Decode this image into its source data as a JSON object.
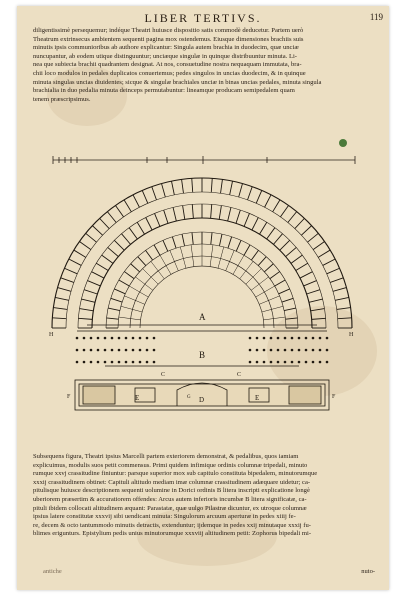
{
  "page": {
    "running_head": "LIBER TERTIVS.",
    "folio": "119",
    "top_lines": [
      "diligentissimè persequemur; indéque Theatri huiusce dispositio satis commodè deducetur. Partem uerò",
      "Theatrum extrinsecus ambientem sequenti pagina mox ostendemus. Eiusque dimensiones brachiis suis",
      "minutis ipsis communioribus ab authore explicantur: Singula autem brachia in duodecim, quæ unciæ",
      "nuncupantur, ab eodem utique distinguuntur; unciæque singulæ in quinque distribuuntur minuta. Li-",
      "nea que subiecta brachii quadrantem designat. At nos, consuetudine nostra nequaquam immutata, bra-",
      "chii loco modulos in pedales duplicatos conuertemus; pedes singulos in uncias duodecim, & in quinque",
      "minuta singulas uncias diuidentes; sicque & singulæ brachiales unciæ in binas uncias pedales, minuta singula",
      "brachialia in duo pedalia minuta deinceps permutabuntur: lineamque producam semipedalem quam",
      "tenem præscripsimus."
    ],
    "bottom_lines": [
      "Subsequens figura, Theatri ipsius Marcelli partem exteriorem demonstrat, & pedalibus, quos iamiam",
      "explicuimus, modulis suos petit commensus. Primi quidem infimique ordinis columnæ tripedali, minuto",
      "rumque xxvj crassitudine finiuntur: parsque superior mox sub capitulo constituta bipedalem, minutorumque",
      "xxxij crassitudinem obtinet: Capituli altitudo mediam imæ columnæ crassitudinem adæquare uidetur; ca-",
      "pitulisque huiusce descriptionem sequenti uolumine in Dorici ordinis B litera inscripti explicatione longè",
      "uberiorem præsertim & accuratiorem offendes: Arcus autem inferioris incumbæ B litera significatæ, ca-",
      "pituli ibidem collocati altitudinem æquant: Parastatæ, quæ uulgo Pilastræ dicuntur, ex utroque columnæ",
      "ipsius latere constitutæ xxxvij sibi uendicant minuta: Singulorum arcuum aperturæ in pedes xiiij fe-",
      "re, decem & octo tantummodo minutis detractis, extenduntur; ijdemque in pedes xxij minutaque xxxij fu-",
      "blimes erigunturs. Epistylium pedis unius minutorumque xxxviij altitudinem petit: Zophorus bipedali mi-"
    ],
    "signature_mark": "antiche",
    "catchword": "nuto-",
    "plate_labels": {
      "upper": "A",
      "lower": "B",
      "stage_left": "E",
      "stage_right": "E",
      "stage_center": "D",
      "center_left": "C",
      "center_right": "C",
      "gate_left": "F",
      "gate_right": "F",
      "left_edge": "H",
      "right_edge": "H",
      "scale_left": "G"
    }
  }
}
